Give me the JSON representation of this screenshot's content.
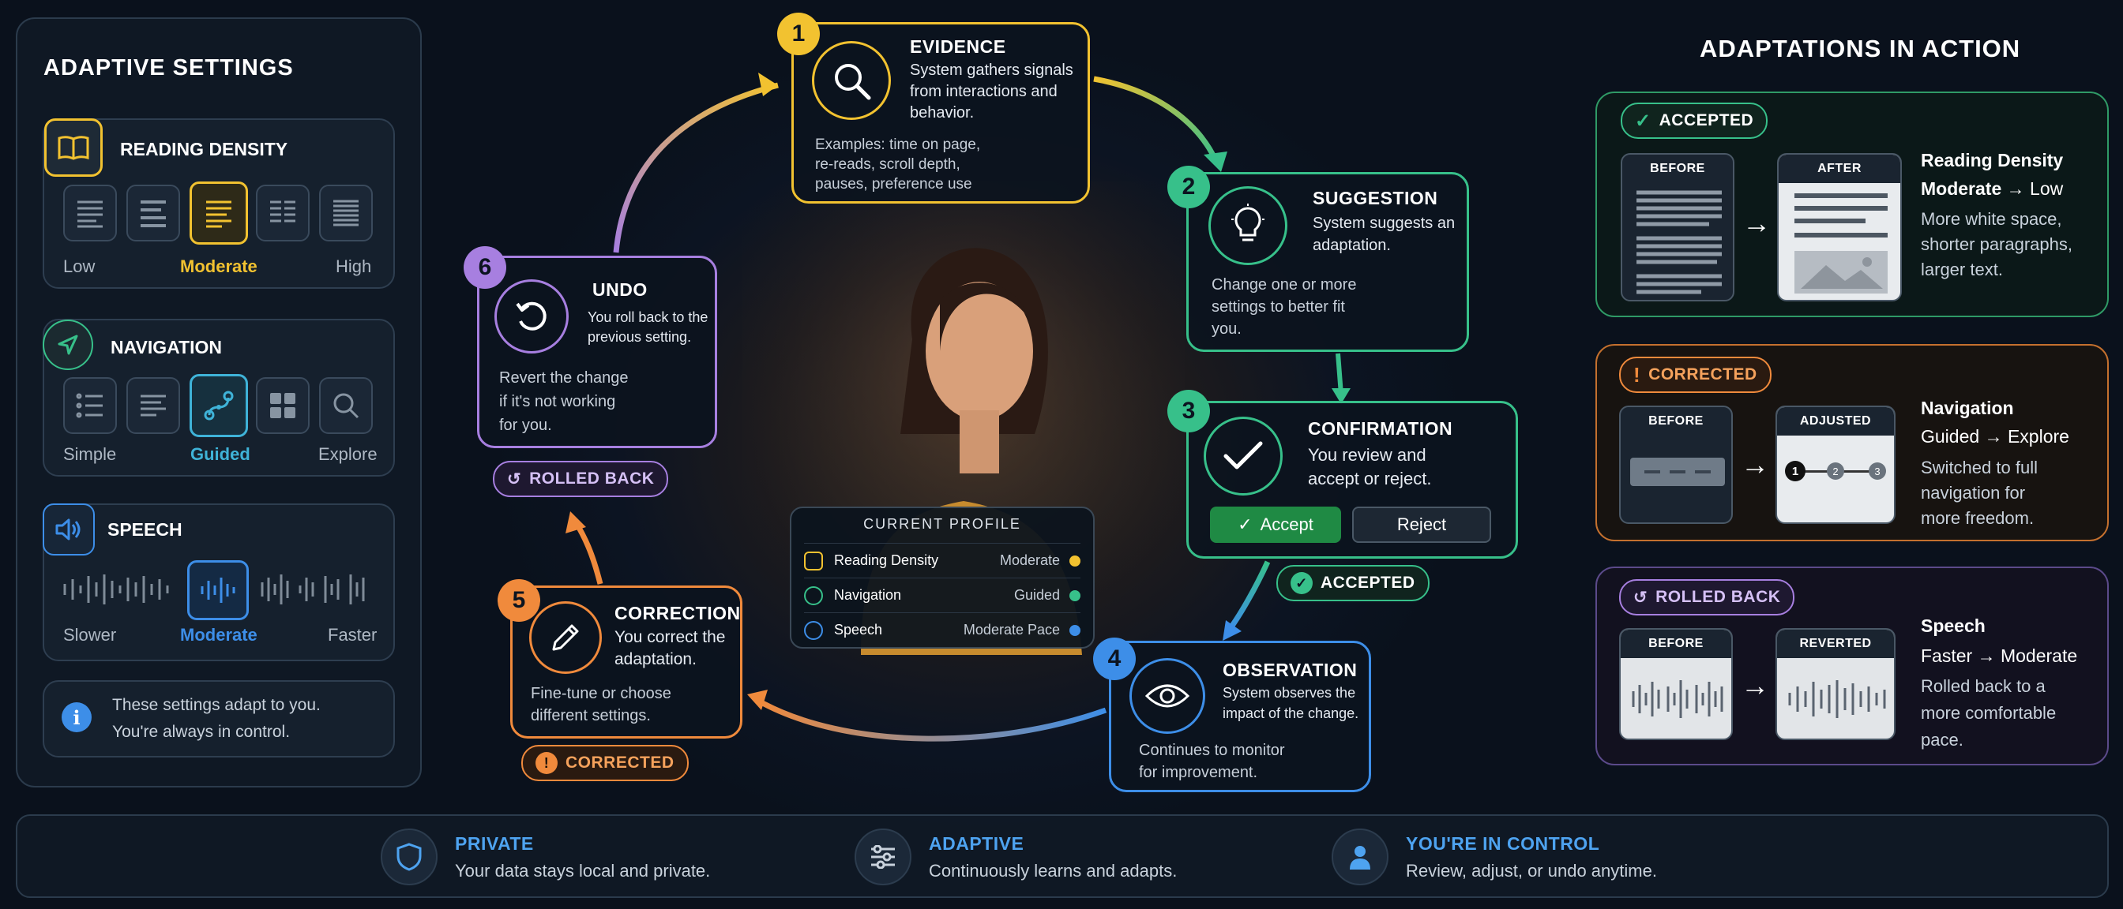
{
  "settings": {
    "title": "ADAPTIVE SETTINGS",
    "reading": {
      "label": "READING DENSITY",
      "low": "Low",
      "mid": "Moderate",
      "high": "High"
    },
    "navigation": {
      "label": "NAVIGATION",
      "simple": "Simple",
      "mid": "Guided",
      "explore": "Explore"
    },
    "speech": {
      "label": "SPEECH",
      "slow": "Slower",
      "mid": "Moderate",
      "fast": "Faster"
    },
    "note1": "These settings adapt to you.",
    "note2": "You're always in control."
  },
  "steps": {
    "s1": {
      "n": "1",
      "title": "EVIDENCE",
      "desc": [
        "System gathers signals",
        "from interactions and",
        "behavior."
      ],
      "sub": [
        "Examples: time on page,",
        "re-reads, scroll depth,",
        "pauses, preference use"
      ]
    },
    "s2": {
      "n": "2",
      "title": "SUGGESTION",
      "desc": [
        "System suggests an",
        "adaptation."
      ],
      "sub": [
        "Change one or more",
        "settings to better fit",
        "you."
      ]
    },
    "s3": {
      "n": "3",
      "title": "CONFIRMATION",
      "desc": [
        "You review and",
        "accept or reject."
      ],
      "accept": "Accept",
      "reject": "Reject"
    },
    "s4": {
      "n": "4",
      "title": "OBSERVATION",
      "desc": [
        "System observes the",
        "impact of the change."
      ],
      "sub": [
        "Continues to monitor",
        "for improvement."
      ]
    },
    "s5": {
      "n": "5",
      "title": "CORRECTION",
      "desc": [
        "You correct the",
        "adaptation."
      ],
      "sub": [
        "Fine-tune or choose",
        "different settings."
      ]
    },
    "s6": {
      "n": "6",
      "title": "UNDO",
      "desc": [
        "You roll back to the",
        "previous setting."
      ],
      "sub": [
        "Revert the change",
        "if it's not working",
        "for you."
      ]
    }
  },
  "badges": {
    "rolled": "ROLLED BACK",
    "accepted": "ACCEPTED",
    "corrected": "CORRECTED"
  },
  "profile": {
    "title": "CURRENT PROFILE",
    "rows": [
      {
        "k": "Reading Density",
        "v": "Moderate",
        "c": "#f2c230"
      },
      {
        "k": "Navigation",
        "v": "Guided",
        "c": "#37c08a"
      },
      {
        "k": "Speech",
        "v": "Moderate Pace",
        "c": "#3d8ee8"
      }
    ]
  },
  "actions": {
    "title": "ADAPTATIONS IN ACTION",
    "a1": {
      "badge": "ACCEPTED",
      "before": "BEFORE",
      "after": "AFTER",
      "name": "Reading Density",
      "from": "Moderate",
      "to": "Low",
      "arrow": "→",
      "desc": [
        "More white space,",
        "shorter paragraphs,",
        "larger text."
      ]
    },
    "a2": {
      "badge": "CORRECTED",
      "before": "BEFORE",
      "after": "ADJUSTED",
      "name": "Navigation",
      "from": "Guided",
      "to": "Explore",
      "arrow": "→",
      "desc": [
        "Switched to full",
        "navigation for",
        "more freedom."
      ],
      "steps": [
        "1",
        "2",
        "3"
      ]
    },
    "a3": {
      "badge": "ROLLED BACK",
      "before": "BEFORE",
      "after": "REVERTED",
      "name": "Speech",
      "from": "Faster",
      "to": "Moderate",
      "arrow": "→",
      "desc": [
        "Rolled back to a",
        "more comfortable",
        "pace."
      ]
    }
  },
  "footer": [
    {
      "title": "PRIVATE",
      "desc": "Your data stays local and private."
    },
    {
      "title": "ADAPTIVE",
      "desc": "Continuously learns and adapts."
    },
    {
      "title": "YOU'RE IN CONTROL",
      "desc": "Review, adjust, or undo anytime."
    }
  ],
  "colors": {
    "yellow": "#f2c230",
    "green": "#37c08a",
    "blue": "#3d8ee8",
    "orange": "#f08a3c",
    "purple": "#a77fe0"
  }
}
